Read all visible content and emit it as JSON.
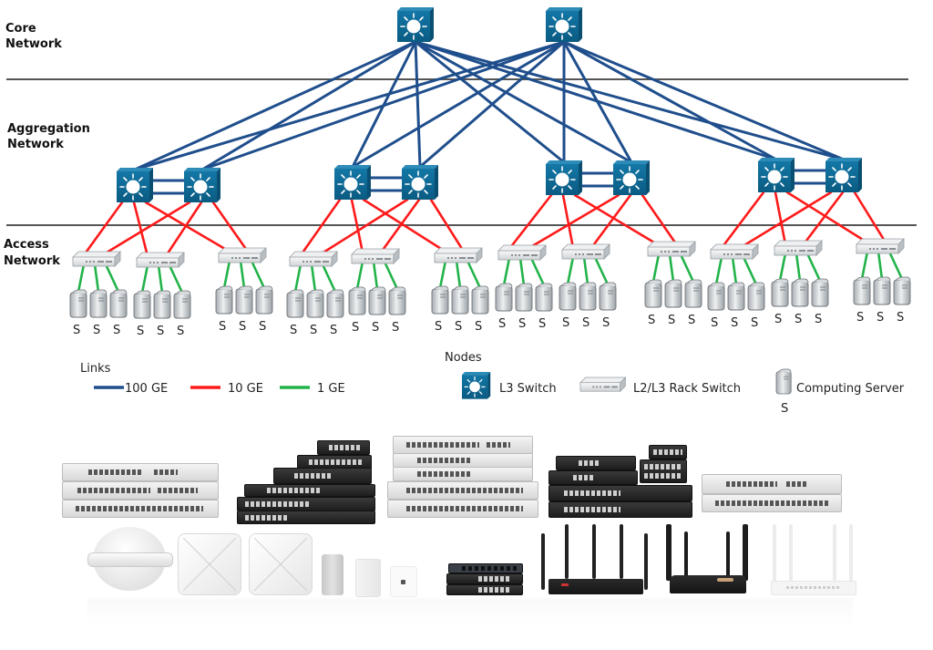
{
  "tiers": {
    "core": [
      "Core",
      "Network"
    ],
    "aggregation": [
      "Aggregation",
      "Network"
    ],
    "access": [
      "Access",
      "Network"
    ]
  },
  "colors": {
    "link_100ge": "#1f4e8c",
    "link_10ge": "#ff1a1a",
    "link_1ge": "#22b34a",
    "l3_switch": "#0e6a96",
    "separator": "#555555"
  },
  "topology": {
    "core_switches": 2,
    "aggregation_pairs": 4,
    "access_switches_per_pair": 3,
    "servers_per_access_switch": 3,
    "server_label": "S"
  },
  "legend": {
    "links_title": "Links",
    "links": [
      {
        "label": "100 GE",
        "color": "#1f4e8c"
      },
      {
        "label": "10 GE",
        "color": "#ff1a1a"
      },
      {
        "label": "1 GE",
        "color": "#22b34a"
      }
    ],
    "nodes_title": "Nodes",
    "nodes": [
      {
        "label": "L3 Switch",
        "icon": "l3-switch-icon"
      },
      {
        "label": "L2/L3 Rack Switch",
        "icon": "rack-switch-icon"
      },
      {
        "label": "Computing Server",
        "icon": "server-icon",
        "sublabel": "S"
      }
    ]
  },
  "products": {
    "row1": [
      "light-switch-stack",
      "dark-switch-stack",
      "light-switch-tower",
      "dark-switch-cluster",
      "light-switch-pair"
    ],
    "row2": [
      "outdoor-ap",
      "ceiling-ap",
      "ceiling-ap",
      "wall-ap-gray",
      "wall-ap-white",
      "wall-plate-ap",
      "desktop-gateway-stack",
      "router-5-antenna",
      "router-4-antenna-dark",
      "router-white"
    ]
  }
}
